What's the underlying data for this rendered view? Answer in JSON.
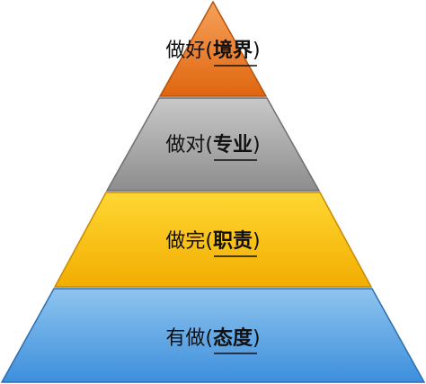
{
  "pyramid": {
    "tiers": [
      {
        "prefix": "做好(",
        "keyword": "境界",
        "suffix": ")",
        "fill_top": "#f6a15a",
        "fill_bottom": "#e0660f"
      },
      {
        "prefix": "做对(",
        "keyword": "专业",
        "suffix": ")",
        "fill_top": "#c8c8c8",
        "fill_bottom": "#8d8d8d"
      },
      {
        "prefix": "做完(",
        "keyword": "职责",
        "suffix": ")",
        "fill_top": "#ffd733",
        "fill_bottom": "#f2ad00"
      },
      {
        "prefix": "有做(",
        "keyword": "态度",
        "suffix": ")",
        "fill_top": "#8ec4ef",
        "fill_bottom": "#3d8fdc"
      }
    ]
  }
}
